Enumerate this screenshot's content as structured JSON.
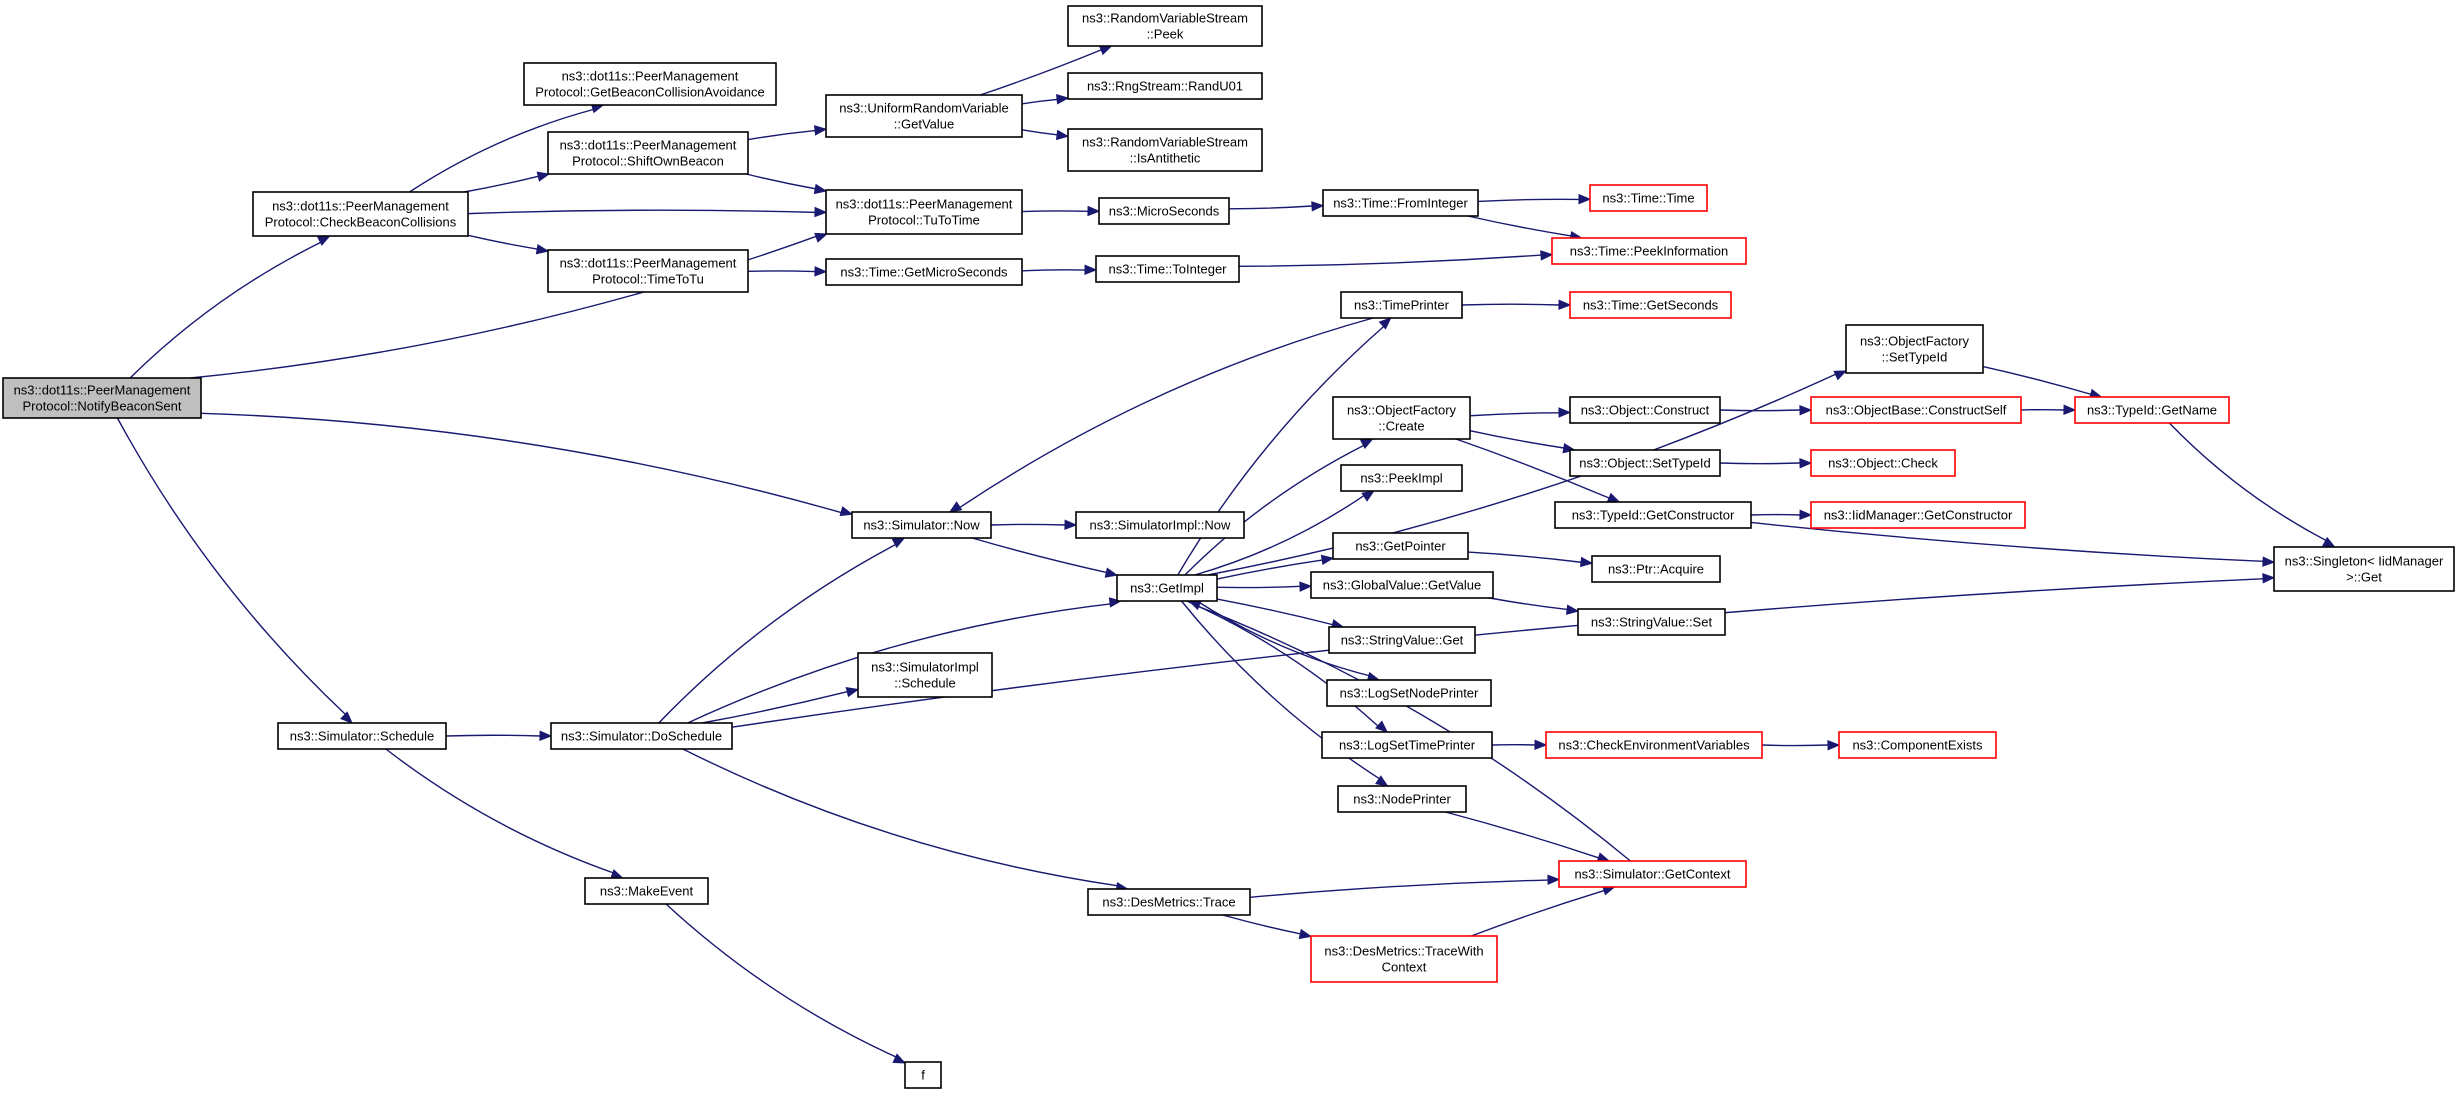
{
  "graph": {
    "colors": {
      "edge": "#191970",
      "node_border": "#000000",
      "truncated_border": "#ff0000",
      "root_fill": "#bfbfbf",
      "node_fill": "#ffffff"
    },
    "nodes": [
      {
        "id": "notify",
        "lines": [
          "ns3::dot11s::PeerManagement",
          "Protocol::NotifyBeaconSent"
        ],
        "style": "root"
      },
      {
        "id": "checkcoll",
        "lines": [
          "ns3::dot11s::PeerManagement",
          "Protocol::CheckBeaconCollisions"
        ],
        "style": "normal"
      },
      {
        "id": "getavoid",
        "lines": [
          "ns3::dot11s::PeerManagement",
          "Protocol::GetBeaconCollisionAvoidance"
        ],
        "style": "normal"
      },
      {
        "id": "shiftown",
        "lines": [
          "ns3::dot11s::PeerManagement",
          "Protocol::ShiftOwnBeacon"
        ],
        "style": "normal"
      },
      {
        "id": "timetotu",
        "lines": [
          "ns3::dot11s::PeerManagement",
          "Protocol::TimeToTu"
        ],
        "style": "normal"
      },
      {
        "id": "uniform",
        "lines": [
          "ns3::UniformRandomVariable",
          "::GetValue"
        ],
        "style": "normal"
      },
      {
        "id": "rvspeek",
        "lines": [
          "ns3::RandomVariableStream",
          "::Peek"
        ],
        "style": "normal"
      },
      {
        "id": "randu01",
        "lines": [
          "ns3::RngStream::RandU01"
        ],
        "style": "normal"
      },
      {
        "id": "isanti",
        "lines": [
          "ns3::RandomVariableStream",
          "::IsAntithetic"
        ],
        "style": "normal"
      },
      {
        "id": "tutotime",
        "lines": [
          "ns3::dot11s::PeerManagement",
          "Protocol::TuToTime"
        ],
        "style": "normal"
      },
      {
        "id": "getmicro",
        "lines": [
          "ns3::Time::GetMicroSeconds"
        ],
        "style": "normal"
      },
      {
        "id": "microsec",
        "lines": [
          "ns3::MicroSeconds"
        ],
        "style": "normal"
      },
      {
        "id": "toint",
        "lines": [
          "ns3::Time::ToInteger"
        ],
        "style": "normal"
      },
      {
        "id": "fromint",
        "lines": [
          "ns3::Time::FromInteger"
        ],
        "style": "normal"
      },
      {
        "id": "timetime",
        "lines": [
          "ns3::Time::Time"
        ],
        "style": "truncated"
      },
      {
        "id": "peekinfo",
        "lines": [
          "ns3::Time::PeekInformation"
        ],
        "style": "truncated"
      },
      {
        "id": "timeprinter",
        "lines": [
          "ns3::TimePrinter"
        ],
        "style": "normal"
      },
      {
        "id": "getseconds",
        "lines": [
          "ns3::Time::GetSeconds"
        ],
        "style": "truncated"
      },
      {
        "id": "ofsettype",
        "lines": [
          "ns3::ObjectFactory",
          "::SetTypeId"
        ],
        "style": "normal"
      },
      {
        "id": "typeidgetname",
        "lines": [
          "ns3::TypeId::GetName"
        ],
        "style": "truncated"
      },
      {
        "id": "ofcreate",
        "lines": [
          "ns3::ObjectFactory",
          "::Create"
        ],
        "style": "normal"
      },
      {
        "id": "objconstruct",
        "lines": [
          "ns3::Object::Construct"
        ],
        "style": "normal"
      },
      {
        "id": "objbaseconstruct",
        "lines": [
          "ns3::ObjectBase::ConstructSelf"
        ],
        "style": "truncated"
      },
      {
        "id": "objsettypeid",
        "lines": [
          "ns3::Object::SetTypeId"
        ],
        "style": "normal"
      },
      {
        "id": "objcheck",
        "lines": [
          "ns3::Object::Check"
        ],
        "style": "truncated"
      },
      {
        "id": "typeidgetctor",
        "lines": [
          "ns3::TypeId::GetConstructor"
        ],
        "style": "normal"
      },
      {
        "id": "iidgetctor",
        "lines": [
          "ns3::IidManager::GetConstructor"
        ],
        "style": "truncated"
      },
      {
        "id": "singleton",
        "lines": [
          "ns3::Singleton< IidManager",
          ">::Get"
        ],
        "style": "normal"
      },
      {
        "id": "peekimpl",
        "lines": [
          "ns3::PeekImpl"
        ],
        "style": "normal"
      },
      {
        "id": "simnow",
        "lines": [
          "ns3::Simulator::Now"
        ],
        "style": "normal"
      },
      {
        "id": "simimplnow",
        "lines": [
          "ns3::SimulatorImpl::Now"
        ],
        "style": "normal"
      },
      {
        "id": "getimpl",
        "lines": [
          "ns3::GetImpl"
        ],
        "style": "normal"
      },
      {
        "id": "getpointer",
        "lines": [
          "ns3::GetPointer"
        ],
        "style": "normal"
      },
      {
        "id": "ptracquire",
        "lines": [
          "ns3::Ptr::Acquire"
        ],
        "style": "normal"
      },
      {
        "id": "gvgetvalue",
        "lines": [
          "ns3::GlobalValue::GetValue"
        ],
        "style": "normal"
      },
      {
        "id": "svset",
        "lines": [
          "ns3::StringValue::Set"
        ],
        "style": "normal"
      },
      {
        "id": "svget",
        "lines": [
          "ns3::StringValue::Get"
        ],
        "style": "normal"
      },
      {
        "id": "logsetnode",
        "lines": [
          "ns3::LogSetNodePrinter"
        ],
        "style": "normal"
      },
      {
        "id": "logsettime",
        "lines": [
          "ns3::LogSetTimePrinter"
        ],
        "style": "normal"
      },
      {
        "id": "checkenv",
        "lines": [
          "ns3::CheckEnvironmentVariables"
        ],
        "style": "truncated"
      },
      {
        "id": "compexists",
        "lines": [
          "ns3::ComponentExists"
        ],
        "style": "truncated"
      },
      {
        "id": "nodeprinter",
        "lines": [
          "ns3::NodePrinter"
        ],
        "style": "normal"
      },
      {
        "id": "simschedule",
        "lines": [
          "ns3::Simulator::Schedule"
        ],
        "style": "normal"
      },
      {
        "id": "simdoschedule",
        "lines": [
          "ns3::Simulator::DoSchedule"
        ],
        "style": "normal"
      },
      {
        "id": "simimplschedule",
        "lines": [
          "ns3::SimulatorImpl",
          "::Schedule"
        ],
        "style": "normal"
      },
      {
        "id": "makeevent",
        "lines": [
          "ns3::MakeEvent"
        ],
        "style": "normal"
      },
      {
        "id": "f",
        "lines": [
          "f"
        ],
        "style": "normal"
      },
      {
        "id": "desmtrace",
        "lines": [
          "ns3::DesMetrics::Trace"
        ],
        "style": "normal"
      },
      {
        "id": "getcontext",
        "lines": [
          "ns3::Simulator::GetContext"
        ],
        "style": "truncated"
      },
      {
        "id": "tracewithctx",
        "lines": [
          "ns3::DesMetrics::TraceWith",
          "Context"
        ],
        "style": "truncated"
      }
    ],
    "edges": [
      {
        "from": "notify",
        "to": "checkcoll"
      },
      {
        "from": "notify",
        "to": "tutotime"
      },
      {
        "from": "notify",
        "to": "simnow"
      },
      {
        "from": "notify",
        "to": "simschedule"
      },
      {
        "from": "checkcoll",
        "to": "getavoid"
      },
      {
        "from": "checkcoll",
        "to": "shiftown"
      },
      {
        "from": "checkcoll",
        "to": "tutotime"
      },
      {
        "from": "checkcoll",
        "to": "timetotu"
      },
      {
        "from": "shiftown",
        "to": "uniform"
      },
      {
        "from": "shiftown",
        "to": "tutotime"
      },
      {
        "from": "timetotu",
        "to": "getmicro"
      },
      {
        "from": "uniform",
        "to": "rvspeek"
      },
      {
        "from": "uniform",
        "to": "randu01"
      },
      {
        "from": "uniform",
        "to": "isanti"
      },
      {
        "from": "tutotime",
        "to": "microsec"
      },
      {
        "from": "microsec",
        "to": "fromint"
      },
      {
        "from": "getmicro",
        "to": "toint"
      },
      {
        "from": "toint",
        "to": "peekinfo"
      },
      {
        "from": "fromint",
        "to": "timetime"
      },
      {
        "from": "fromint",
        "to": "peekinfo"
      },
      {
        "from": "timeprinter",
        "to": "getseconds"
      },
      {
        "from": "timeprinter",
        "to": "simnow"
      },
      {
        "from": "ofsettype",
        "to": "typeidgetname"
      },
      {
        "from": "typeidgetname",
        "to": "singleton"
      },
      {
        "from": "ofcreate",
        "to": "objconstruct"
      },
      {
        "from": "ofcreate",
        "to": "objsettypeid"
      },
      {
        "from": "ofcreate",
        "to": "typeidgetctor"
      },
      {
        "from": "objconstruct",
        "to": "objbaseconstruct"
      },
      {
        "from": "objbaseconstruct",
        "to": "typeidgetname"
      },
      {
        "from": "objsettypeid",
        "to": "objcheck"
      },
      {
        "from": "typeidgetctor",
        "to": "iidgetctor"
      },
      {
        "from": "typeidgetctor",
        "to": "singleton"
      },
      {
        "from": "simnow",
        "to": "simimplnow"
      },
      {
        "from": "simnow",
        "to": "getimpl"
      },
      {
        "from": "getimpl",
        "to": "timeprinter"
      },
      {
        "from": "getimpl",
        "to": "ofsettype"
      },
      {
        "from": "getimpl",
        "to": "ofcreate"
      },
      {
        "from": "getimpl",
        "to": "peekimpl"
      },
      {
        "from": "getimpl",
        "to": "getpointer"
      },
      {
        "from": "getimpl",
        "to": "gvgetvalue"
      },
      {
        "from": "getimpl",
        "to": "svget"
      },
      {
        "from": "getimpl",
        "to": "logsetnode"
      },
      {
        "from": "getimpl",
        "to": "logsettime"
      },
      {
        "from": "getimpl",
        "to": "nodeprinter"
      },
      {
        "from": "getpointer",
        "to": "ptracquire"
      },
      {
        "from": "gvgetvalue",
        "to": "svset"
      },
      {
        "from": "logsettime",
        "to": "checkenv"
      },
      {
        "from": "checkenv",
        "to": "compexists"
      },
      {
        "from": "nodeprinter",
        "to": "getcontext"
      },
      {
        "from": "getcontext",
        "to": "getimpl"
      },
      {
        "from": "simschedule",
        "to": "simdoschedule"
      },
      {
        "from": "simschedule",
        "to": "makeevent"
      },
      {
        "from": "simdoschedule",
        "to": "simnow"
      },
      {
        "from": "simdoschedule",
        "to": "simimplschedule"
      },
      {
        "from": "simdoschedule",
        "to": "getimpl"
      },
      {
        "from": "simdoschedule",
        "to": "desmtrace"
      },
      {
        "from": "simdoschedule",
        "to": "singleton"
      },
      {
        "from": "makeevent",
        "to": "f"
      },
      {
        "from": "desmtrace",
        "to": "getcontext"
      },
      {
        "from": "desmtrace",
        "to": "tracewithctx"
      },
      {
        "from": "tracewithctx",
        "to": "getcontext"
      }
    ]
  }
}
